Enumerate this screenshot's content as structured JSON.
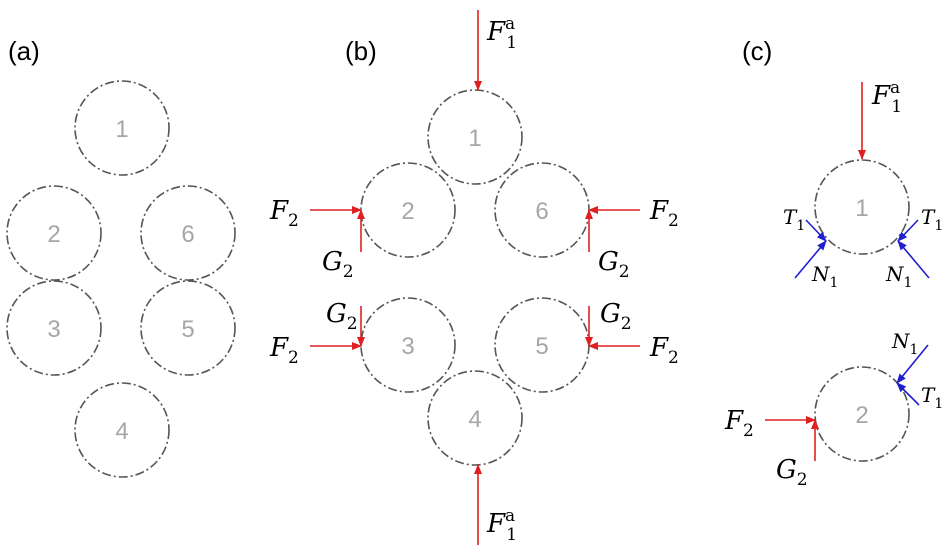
{
  "panels": [
    {
      "id": "a",
      "label": "(a)"
    },
    {
      "id": "b",
      "label": "(b)"
    },
    {
      "id": "c",
      "label": "(c)"
    }
  ],
  "particles": {
    "a": [
      "1",
      "2",
      "6",
      "3",
      "5",
      "4"
    ],
    "b": [
      "1",
      "2",
      "6",
      "3",
      "5",
      "4"
    ],
    "c": [
      "1",
      "2"
    ]
  },
  "forces": {
    "F1a": {
      "sym": "F",
      "sub": "1",
      "sup": "a"
    },
    "F2": {
      "sym": "F",
      "sub": "2"
    },
    "G2": {
      "sym": "G",
      "sub": "2"
    },
    "T1": {
      "sym": "T",
      "sub": "1"
    },
    "N1": {
      "sym": "N",
      "sub": "1"
    }
  },
  "colors": {
    "circle": "#555555",
    "number": "#a6a6a6",
    "applied_force": "#e02020",
    "contact_force": "#1f1fd0"
  }
}
